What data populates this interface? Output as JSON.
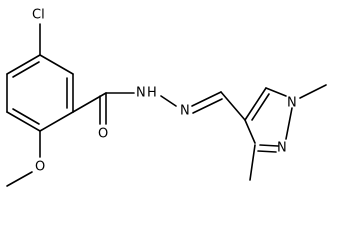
{
  "molecule": {
    "atoms": {
      "chlorine": "Cl",
      "carbonyl_oxygen": "O",
      "methoxy_oxygen": "O",
      "amide_nitrogen": "N",
      "amide_hydrogen": "H",
      "imine_nitrogen": "N",
      "pyrazole_n1": "N",
      "pyrazole_n2": "N"
    }
  }
}
